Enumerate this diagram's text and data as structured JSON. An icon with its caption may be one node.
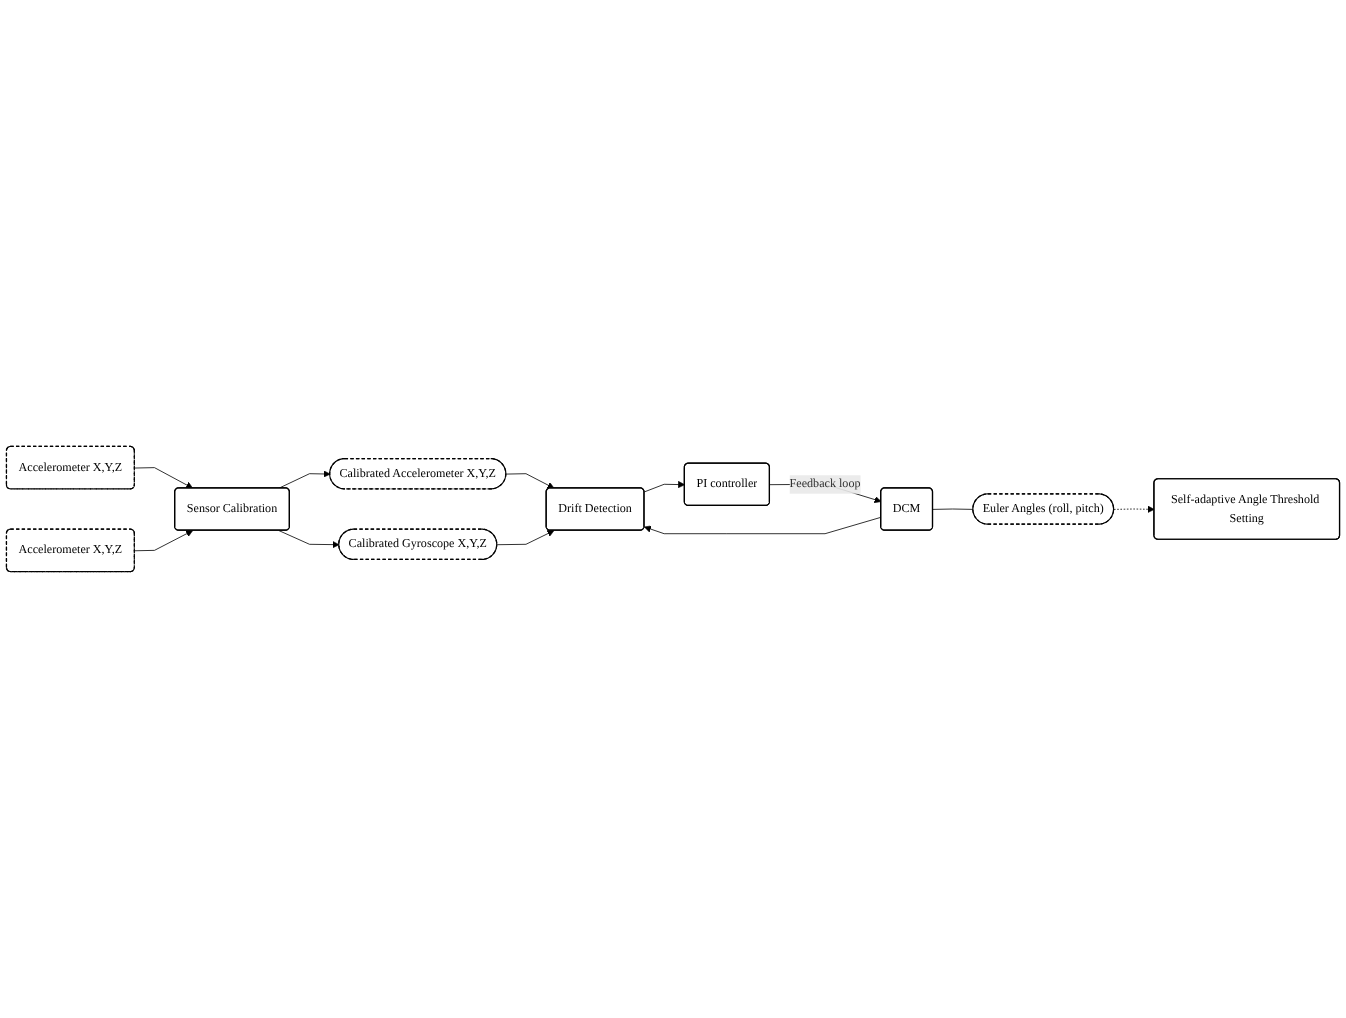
{
  "diagram": {
    "nodes": [
      {
        "text": [
          "Self-adaptive Angle Threshold Setting"
        ]
      },
      {
        "text": [
          "Accelerometer X,Y,Z"
        ]
      },
      {
        "text": [
          "Accelerometer X,Y,Z"
        ]
      },
      {
        "text": [
          "Sensor Calibration"
        ]
      },
      {
        "text": [
          "Calibrated Accelerometer X,Y,Z"
        ]
      },
      {
        "text": [
          "Calibrated Gyroscope X,Y,Z"
        ]
      },
      {
        "text": [
          "Drift Detection"
        ]
      },
      {
        "text": [
          "Euler Angles (roll, pitch)"
        ]
      },
      {
        "text": [
          "DCM"
        ]
      },
      {
        "text": [
          "PI controller"
        ]
      }
    ],
    "edges": [
      {
        "from": 1,
        "to": 3,
        "arrow": "to"
      },
      {
        "from": 2,
        "to": 3,
        "arrow": "to"
      },
      {
        "from": 3,
        "to": 4,
        "arrow": "to"
      },
      {
        "from": 3,
        "to": 5,
        "arrow": "to"
      },
      {
        "from": 4,
        "to": 6,
        "arrow": "to"
      },
      {
        "from": 5,
        "to": 6,
        "arrow": "to"
      },
      {
        "from": 8,
        "to": 6,
        "arrow": "to"
      },
      {
        "from": 6,
        "to": 9,
        "arrow": "to"
      },
      {
        "from": 9,
        "to": 8,
        "arrow": "to",
        "label": "Feedback loop"
      },
      {
        "from": 8,
        "to": 7,
        "arrow": "none"
      },
      {
        "from": 7,
        "to": 0,
        "arrow": "to",
        "style": "dashed"
      }
    ]
  }
}
